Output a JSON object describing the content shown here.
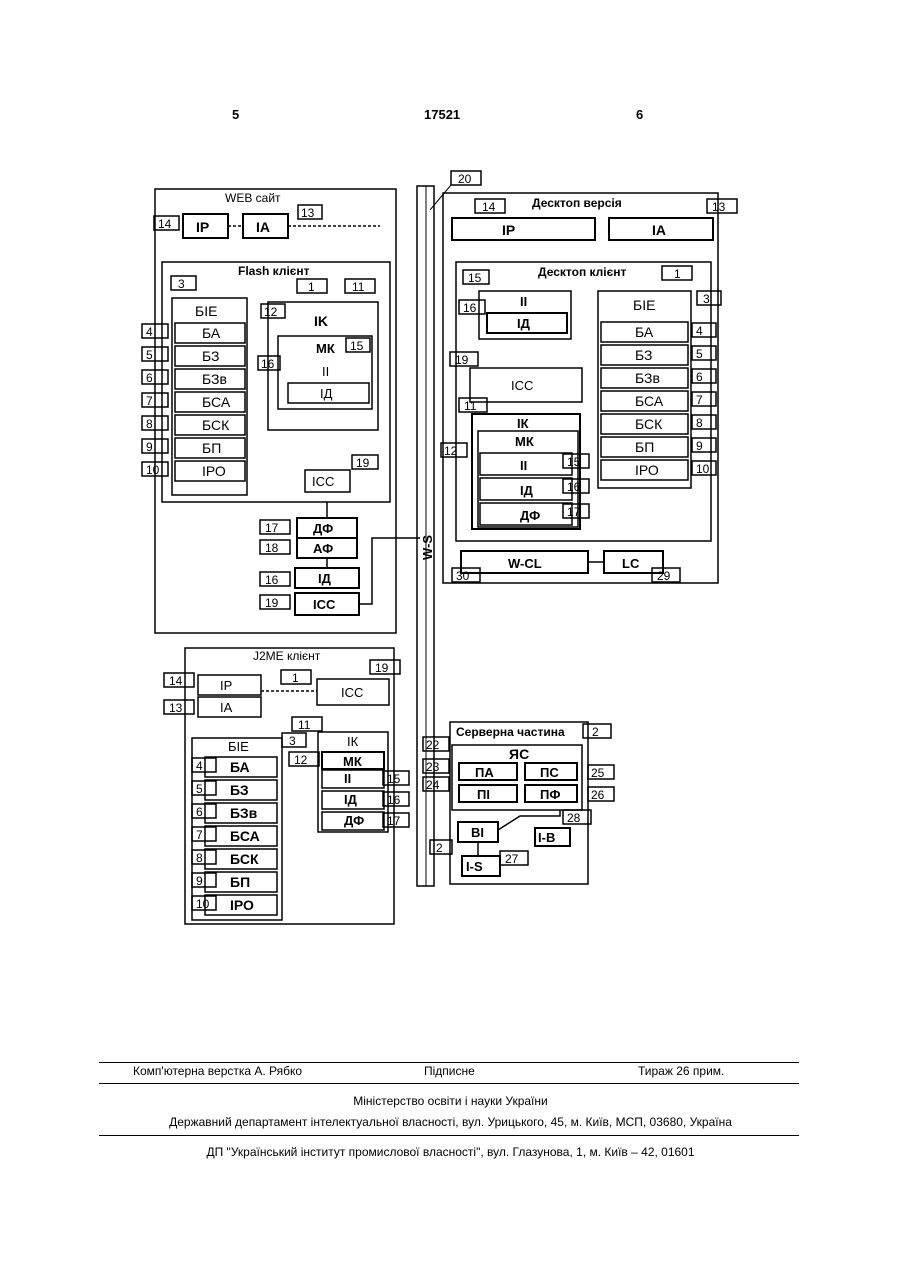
{
  "header": {
    "page_left": "5",
    "patent_number": "17521",
    "page_right": "6"
  },
  "web_site": {
    "title": "WEB сайт",
    "ir": "IP",
    "ia": "IA",
    "ref_ir": "14",
    "ref_ia": "13",
    "flash_client": {
      "title": "Flash клієнт",
      "ref_client": "1",
      "ref_ik": "11",
      "bie": {
        "ref": "3",
        "title": "БІЕ",
        "blocks": [
          {
            "label": "БА",
            "ref": "4"
          },
          {
            "label": "БЗ",
            "ref": "5"
          },
          {
            "label": "БЗв",
            "ref": "6"
          },
          {
            "label": "БСА",
            "ref": "7"
          },
          {
            "label": "БСК",
            "ref": "8"
          },
          {
            "label": "БП",
            "ref": "9"
          },
          {
            "label": "ІРО",
            "ref": "10"
          }
        ]
      },
      "ik": {
        "title": "IK",
        "ref_12": "12",
        "mk": "МК",
        "ref_15": "15",
        "ii": "ІІ",
        "id": "ІД",
        "ref_16": "16"
      },
      "icc": "ІСС",
      "ref_icc": "19"
    },
    "df": "ДФ",
    "ref_df": "17",
    "af": "АФ",
    "ref_af": "18",
    "id": "ІД",
    "ref_id": "16",
    "icc": "ІСС",
    "ref_icc": "19"
  },
  "bus": {
    "label": "W-S",
    "ref": "20"
  },
  "desktop": {
    "title": "Десктоп версія",
    "ir": "IP",
    "ia": "IA",
    "ref_ir": "14",
    "ref_ia": "13",
    "client": {
      "title": "Десктоп клієнт",
      "ref": "1",
      "ref_15": "15",
      "ii": "ІІ",
      "ref_16": "16",
      "id": "ІД",
      "ref_19": "19",
      "icc": "ІСС",
      "ref_11": "11",
      "ik": "ІК",
      "ref_12": "12",
      "mk": "МК",
      "ik_blocks": [
        {
          "label": "ІІ",
          "ref": "15"
        },
        {
          "label": "ІД",
          "ref": "16"
        },
        {
          "label": "ДФ",
          "ref": "17"
        }
      ],
      "bie": {
        "ref": "3",
        "title": "БІЕ",
        "blocks": [
          {
            "label": "БА",
            "ref": "4"
          },
          {
            "label": "БЗ",
            "ref": "5"
          },
          {
            "label": "БЗв",
            "ref": "6"
          },
          {
            "label": "БСА",
            "ref": "7"
          },
          {
            "label": "БСК",
            "ref": "8"
          },
          {
            "label": "БП",
            "ref": "9"
          },
          {
            "label": "ІРО",
            "ref": "10"
          }
        ]
      }
    },
    "wcl": "W-CL",
    "ref_wcl": "30",
    "lc": "LC",
    "ref_lc": "29"
  },
  "j2me": {
    "title": "J2ME клієнт",
    "ir": "IP",
    "ia": "IA",
    "ref_ir": "14",
    "ref_ia": "13",
    "ref_client": "1",
    "icc": "ІСС",
    "ref_icc": "19",
    "ref_ik_outer": "11",
    "bie": {
      "title": "БІЕ",
      "ref": "3",
      "blocks": [
        {
          "label": "БА",
          "ref": "4"
        },
        {
          "label": "БЗ",
          "ref": "5"
        },
        {
          "label": "БЗв",
          "ref": "6"
        },
        {
          "label": "БСА",
          "ref": "7"
        },
        {
          "label": "БСК",
          "ref": "8"
        },
        {
          "label": "БП",
          "ref": "9"
        },
        {
          "label": "ІРО",
          "ref": "10"
        }
      ]
    },
    "ik": {
      "title": "ІК",
      "ref_12": "12",
      "mk": "МК",
      "blocks": [
        {
          "label": "ІІ",
          "ref": "15"
        },
        {
          "label": "ІД",
          "ref": "16"
        },
        {
          "label": "ДФ",
          "ref": "17"
        }
      ]
    }
  },
  "server": {
    "title": "Серверна частина",
    "ref": "2",
    "ys": "ЯС",
    "ref_22": "22",
    "pa": "ПА",
    "ref_pa": "23",
    "ps": "ПС",
    "ref_ps": "25",
    "pi": "ПІ",
    "ref_pi": "24",
    "pf": "ПФ",
    "ref_pf": "26",
    "vi": "ВІ",
    "ref_vi": "2",
    "iv": "І-В",
    "ref_iv": "28",
    "is": "І-S",
    "ref_is": "27"
  },
  "footer": {
    "layout": "Комп'ютерна верстка А. Рябко",
    "signed": "Підписне",
    "circulation": "Тираж 26 прим.",
    "ministry": "Міністерство освіти і науки України",
    "department": "Державний департамент інтелектуальної власності, вул. Урицького, 45, м. Київ, МСП, 03680, Україна",
    "institute": "ДП \"Український інститут промислової власності\", вул. Глазунова, 1, м. Київ – 42, 01601"
  }
}
